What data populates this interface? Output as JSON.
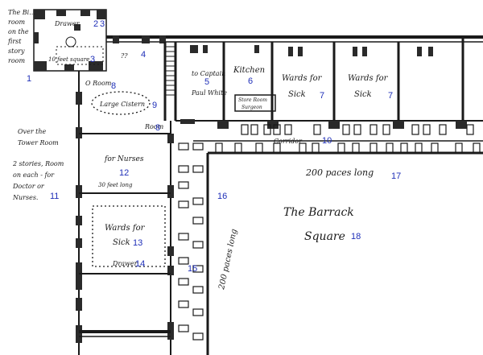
{
  "plan": {
    "labels": {
      "tower_note": [
        "The Bi...",
        "room",
        "on the",
        "first",
        "story",
        "room"
      ],
      "drawer_top": "Drawer",
      "feet_square": "10 feet square",
      "room_4": "??",
      "room_5_top": "to Captain",
      "room_5_mid": "Paul White",
      "kitchen": "Kitchen",
      "ward_sick_7a_1": "Wards for",
      "ward_sick_7a_2": "Sick",
      "ward_sick_7b_1": "Wards for",
      "ward_sick_7b_2": "Sick",
      "storeroom_1": "Store Room",
      "storeroom_2": "Surgeon",
      "o_room": "O Room",
      "large_cistern": "Large Cistern",
      "room_small": "Room",
      "tower_text": [
        "Over the",
        "Tower Room",
        "2 stories, Room",
        "on each - for",
        "Doctor or",
        "Nurses."
      ],
      "nurses_12": "for Nurses",
      "feet_long": "30 feet long",
      "ward_13_1": "Wards for",
      "ward_13_2": "Sick",
      "drawer_14": "Drawer",
      "corridor": "Corridor",
      "paces_16": "200 paces long",
      "paces_17": "200 paces long",
      "barrack": "The Barrack",
      "square": "Square"
    },
    "numbers": {
      "n1": "1",
      "n2": "2",
      "n3": "3",
      "n3b": "3",
      "n4": "4",
      "n5": "5",
      "n6": "6",
      "n7a": "7",
      "n7b": "7",
      "n8a": "8",
      "n8b": "8",
      "n9": "9",
      "n10": "10",
      "n11": "11",
      "n12": "12",
      "n13": "13",
      "n14": "14",
      "n15": "15",
      "n16": "16",
      "n17": "17",
      "n18": "18"
    }
  }
}
